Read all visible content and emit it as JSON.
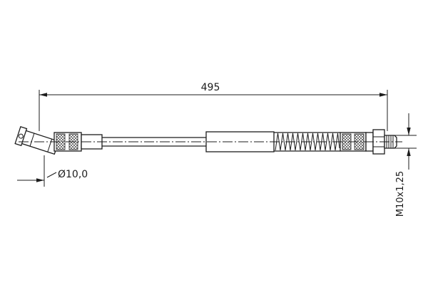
{
  "page": {
    "background": "#ffffff",
    "line_color": "#1c1c1c"
  },
  "drawing": {
    "kind": "technical-dimension-drawing",
    "labels": {
      "overall_length": "495",
      "eye_diameter": "Ø10,0",
      "thread_spec": "M10x1,25"
    }
  }
}
